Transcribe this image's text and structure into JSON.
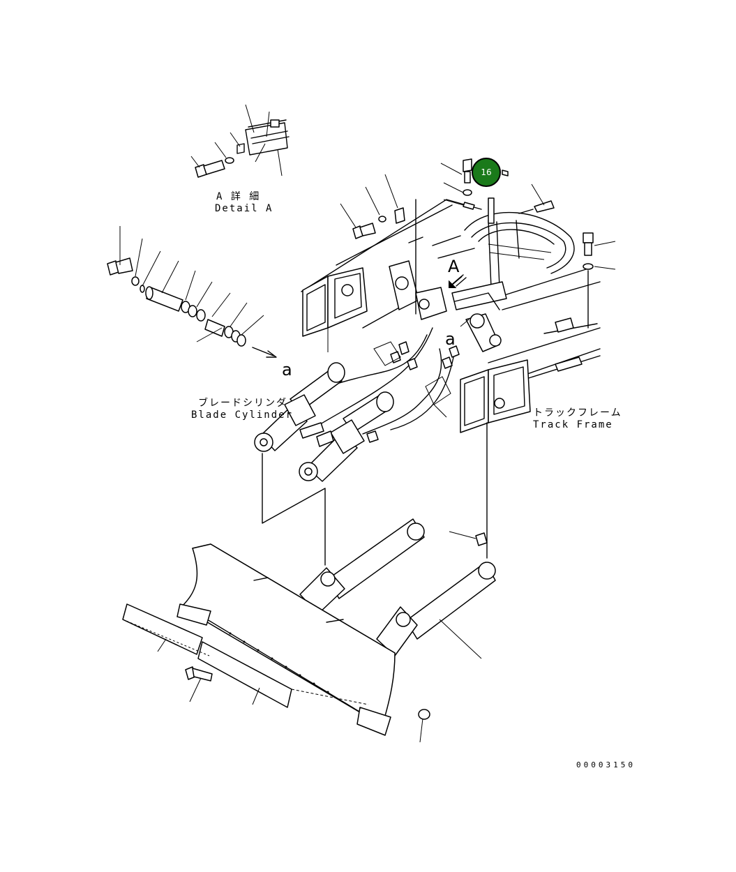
{
  "labels": {
    "detail_a_jp": "A 詳 細",
    "detail_a_en": "Detail A",
    "blade_cylinder_jp": "ブレードシリンダ",
    "blade_cylinder_en": "Blade Cylinder",
    "track_frame_jp": "トラックフレーム",
    "track_frame_en": "Track Frame",
    "view_marker_A": "A",
    "connector_a_left": "a",
    "connector_a_right": "a",
    "drawing_number": "00003150"
  },
  "callout": {
    "number": "16",
    "color": "#1a7a1a"
  }
}
